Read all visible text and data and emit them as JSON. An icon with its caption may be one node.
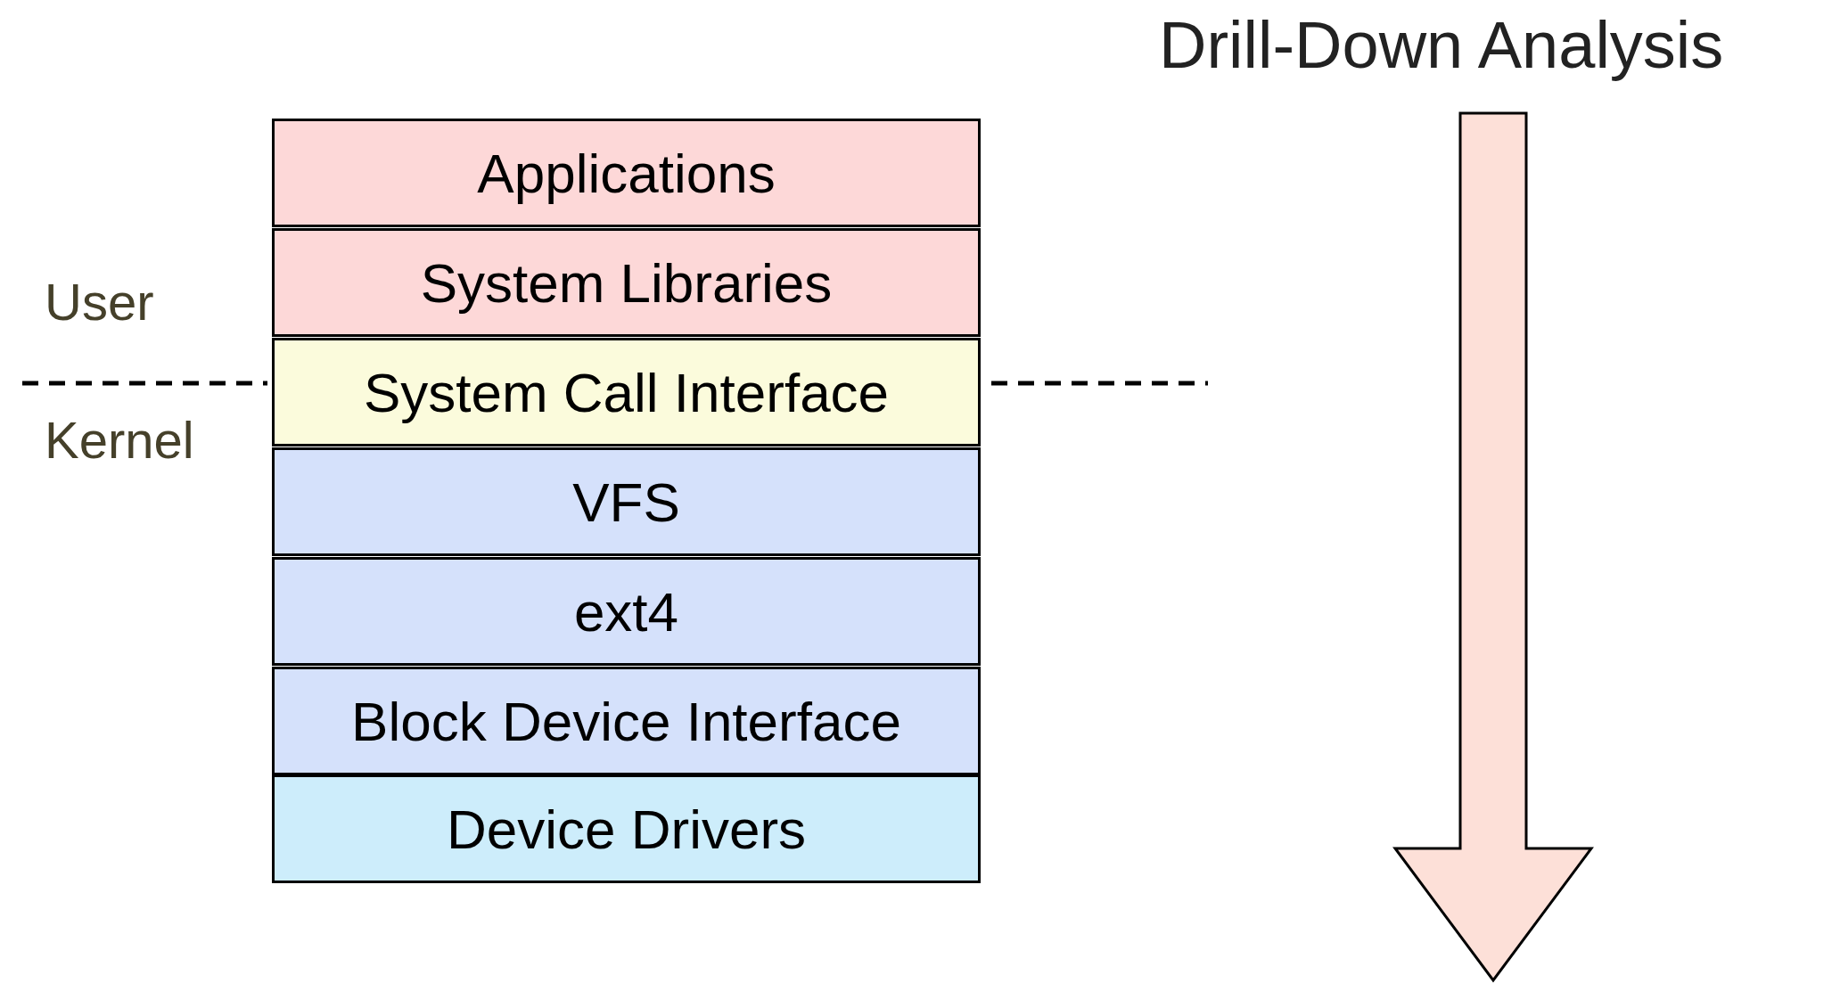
{
  "diagram": {
    "nodes": [
      {
        "text": [
          "Applications"
        ]
      },
      {
        "text": [
          "System Libraries"
        ]
      },
      {
        "text": [
          "System Call Interface"
        ]
      },
      {
        "text": [
          "VFS"
        ]
      },
      {
        "text": [
          "ext4"
        ]
      },
      {
        "text": [
          "Block Device Interface"
        ]
      },
      {
        "text": [
          "Device Drivers"
        ]
      }
    ],
    "edges": [],
    "labels": [
      "Drill-Down Analysis",
      "User",
      "Kernel"
    ]
  }
}
